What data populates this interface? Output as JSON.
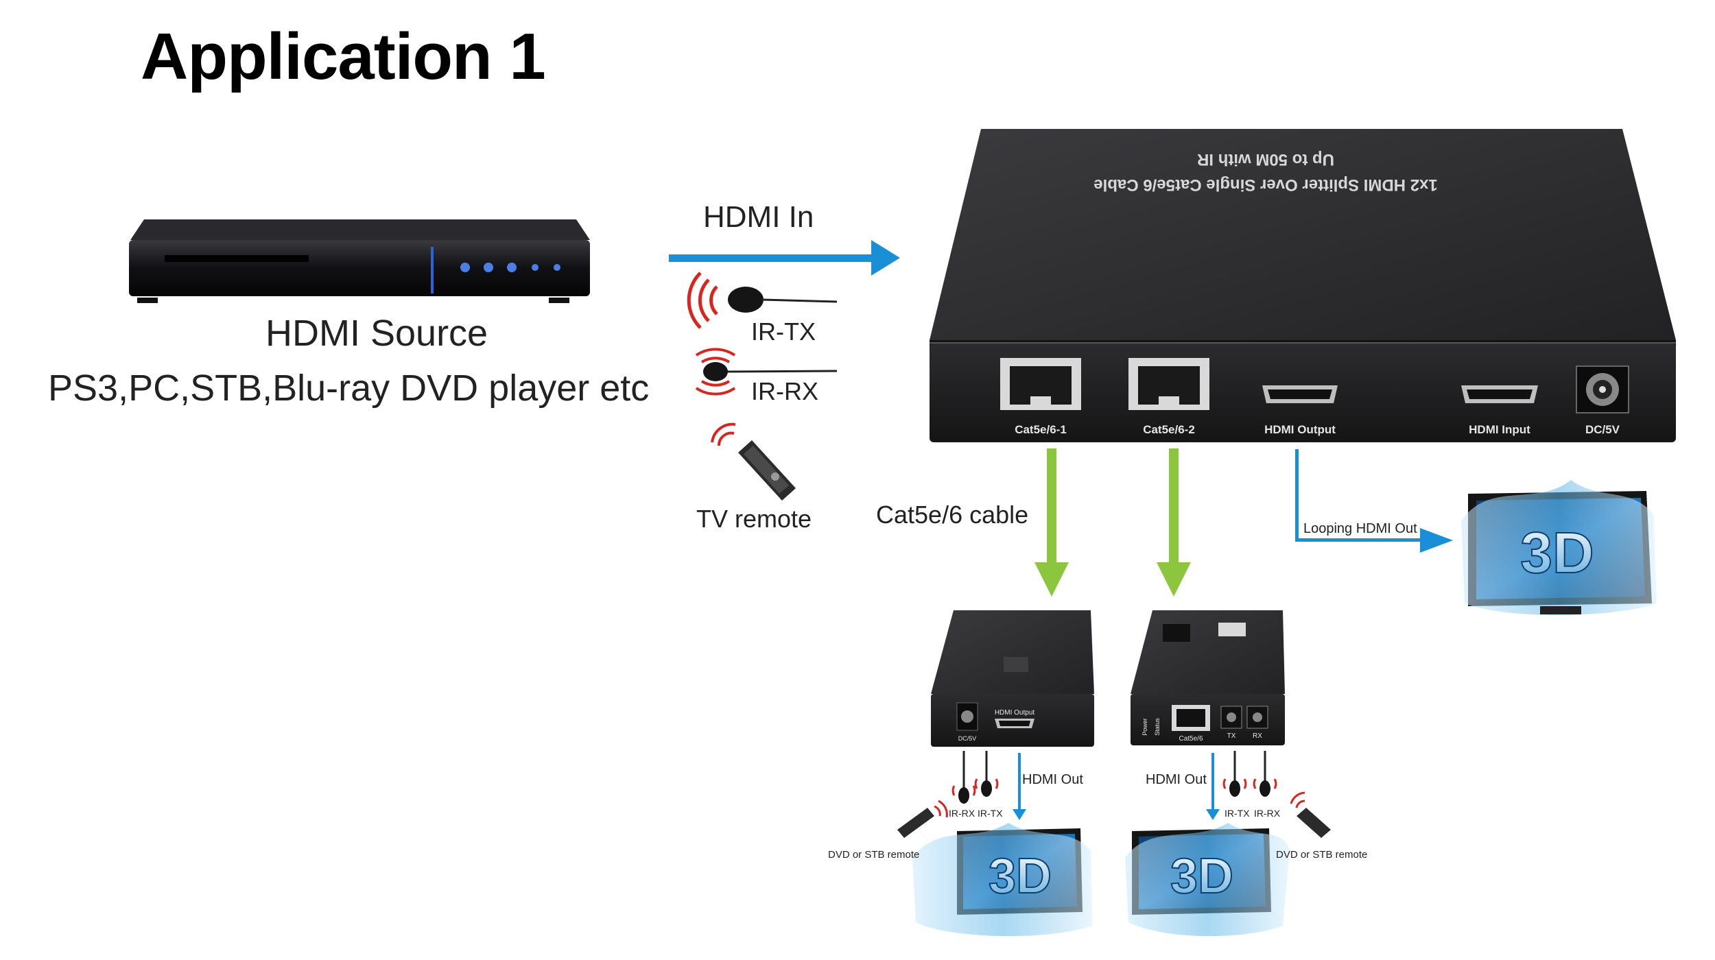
{
  "heading": "Application 1",
  "source": {
    "title": "HDMI Source",
    "description": "PS3,PC,STB,Blu-ray DVD player etc"
  },
  "input_labels": {
    "hdmi_in": "HDMI  In",
    "ir_tx": "IR-TX",
    "ir_rx": "IR-RX",
    "tv_remote": "TV remote"
  },
  "splitter": {
    "top_line1": "1x2 HDMI Splitter Over Single Cat5e/6 Cable",
    "top_line2": "Up to 50M with IR",
    "ports": [
      "Cat5e/6-1",
      "Cat5e/6-2",
      "HDMI Output",
      "HDMI Input",
      "DC/5V"
    ]
  },
  "cable_label": "Cat5e/6 cable",
  "loop_label": "Looping HDMI Out",
  "tv_badge": "3D",
  "receiver_left": {
    "ports": [
      "DC/5V",
      "HDMI Output"
    ],
    "hdmi_out": "HDMI Out",
    "ir_rx": "IR-RX",
    "ir_tx": "IR-TX",
    "remote": "DVD or STB remote"
  },
  "receiver_right": {
    "ports": [
      "Cat5e/6",
      "TX",
      "RX",
      "Power",
      "Status"
    ],
    "hdmi_out": "HDMI Out",
    "ir_tx": "IR-TX",
    "ir_rx": "IR-RX",
    "remote": "DVD or STB remote"
  },
  "colors": {
    "hdmi_arrow": "#1a8fd6",
    "cable_arrow": "#8cc63f",
    "device_body": "#2a2a2c",
    "ir_wave": "#d9251d",
    "tv_water": "#5fb8e6"
  }
}
